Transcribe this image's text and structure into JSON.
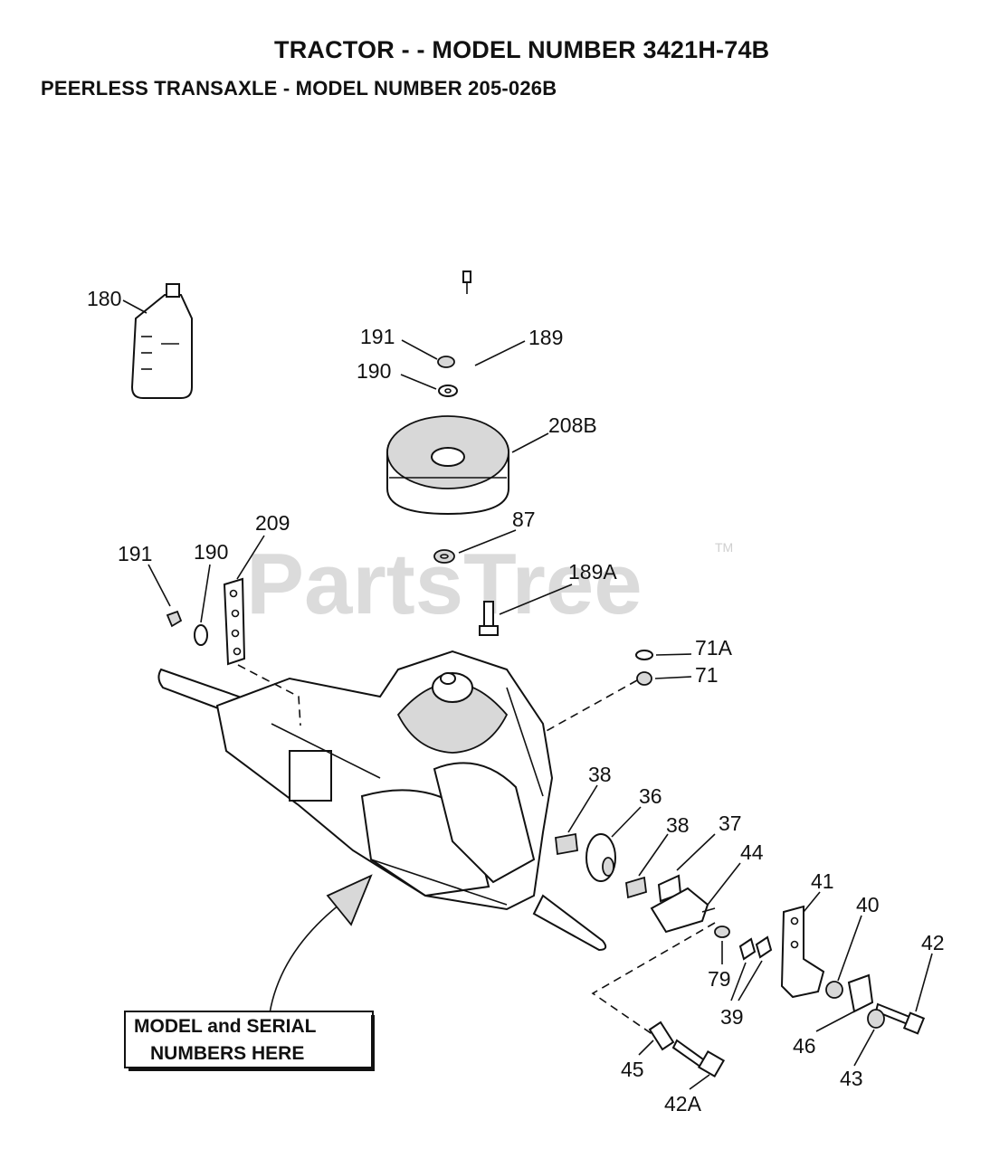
{
  "header": {
    "title": "TRACTOR - - MODEL NUMBER 3421H-74B",
    "subtitle": "PEERLESS TRANSAXLE - MODEL NUMBER 205-026B"
  },
  "watermark": {
    "text": "PartsTree",
    "tm": "TM"
  },
  "note": {
    "line1": "MODEL and SERIAL",
    "line2": "NUMBERS HERE"
  },
  "callouts": {
    "c180": "180",
    "c191a": "191",
    "c189": "189",
    "c190a": "190",
    "c208B": "208B",
    "c209": "209",
    "c191b": "191",
    "c190b": "190",
    "c87": "87",
    "c189A": "189A",
    "c71A": "71A",
    "c71": "71",
    "c38a": "38",
    "c36": "36",
    "c38b": "38",
    "c37": "37",
    "c44": "44",
    "c41": "41",
    "c40": "40",
    "c42": "42",
    "c79": "79",
    "c39": "39",
    "c46": "46",
    "c43": "43",
    "c45": "45",
    "c42A": "42A"
  }
}
